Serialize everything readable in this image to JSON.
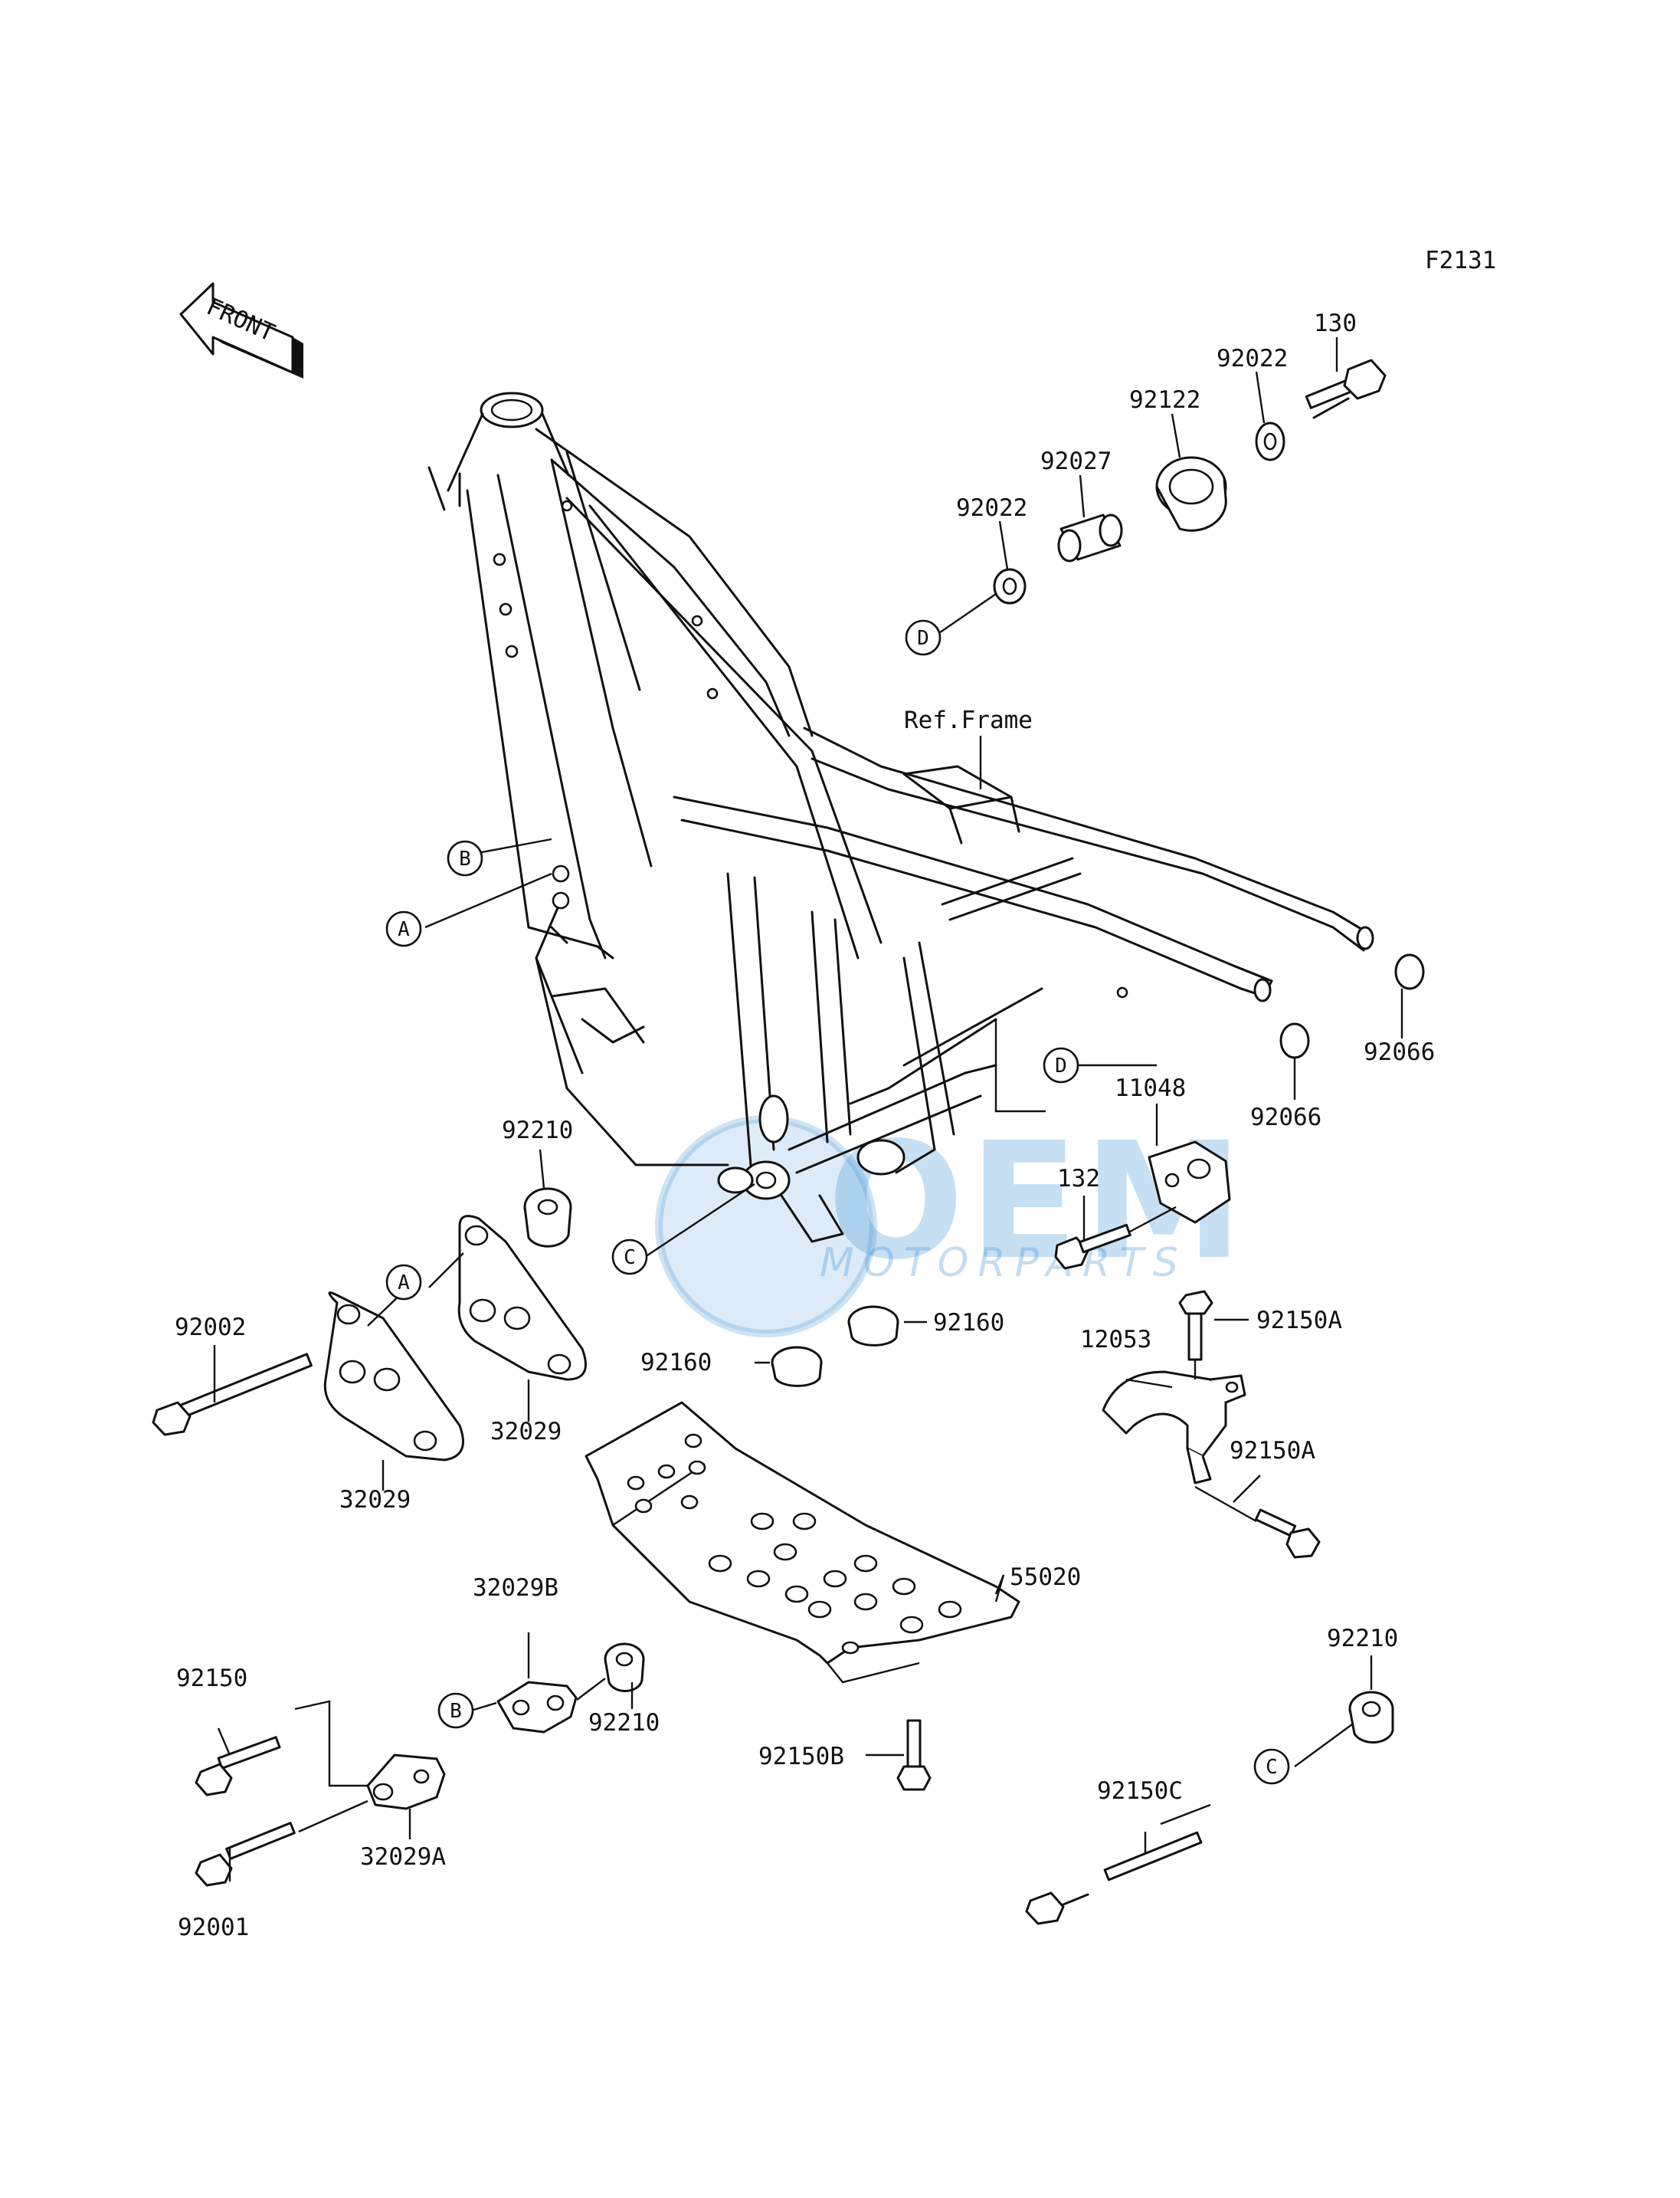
{
  "diagram_code": "F2131",
  "front_label": "FRONT",
  "ref_frame_label": "Ref.Frame",
  "watermark": {
    "main": "OEM",
    "sub": "MOTORPARTS",
    "color": "#3b8fd4"
  },
  "part_labels": {
    "p130": "130",
    "p92022_top": "92022",
    "p92122": "92122",
    "p92027": "92027",
    "p92022_mid": "92022",
    "p92066_a": "92066",
    "p92066_b": "92066",
    "p11048": "11048",
    "p92210_a": "92210",
    "p132": "132",
    "p92150A_a": "92150A",
    "p12053": "12053",
    "p92150A_b": "92150A",
    "p92160_a": "92160",
    "p92160_b": "92160",
    "p92002": "92002",
    "p32029_a": "32029",
    "p32029_b": "32029",
    "p55020": "55020",
    "p32029B": "32029B",
    "p92210_b": "92210",
    "p92150": "92150",
    "p92150B": "92150B",
    "p32029A": "32029A",
    "p92001": "92001",
    "p92210_c": "92210",
    "p92150C": "92150C"
  },
  "ref_markers": {
    "A1": "A",
    "A2": "A",
    "B1": "B",
    "B2": "B",
    "C1": "C",
    "C2": "C",
    "D1": "D",
    "D2": "D"
  }
}
